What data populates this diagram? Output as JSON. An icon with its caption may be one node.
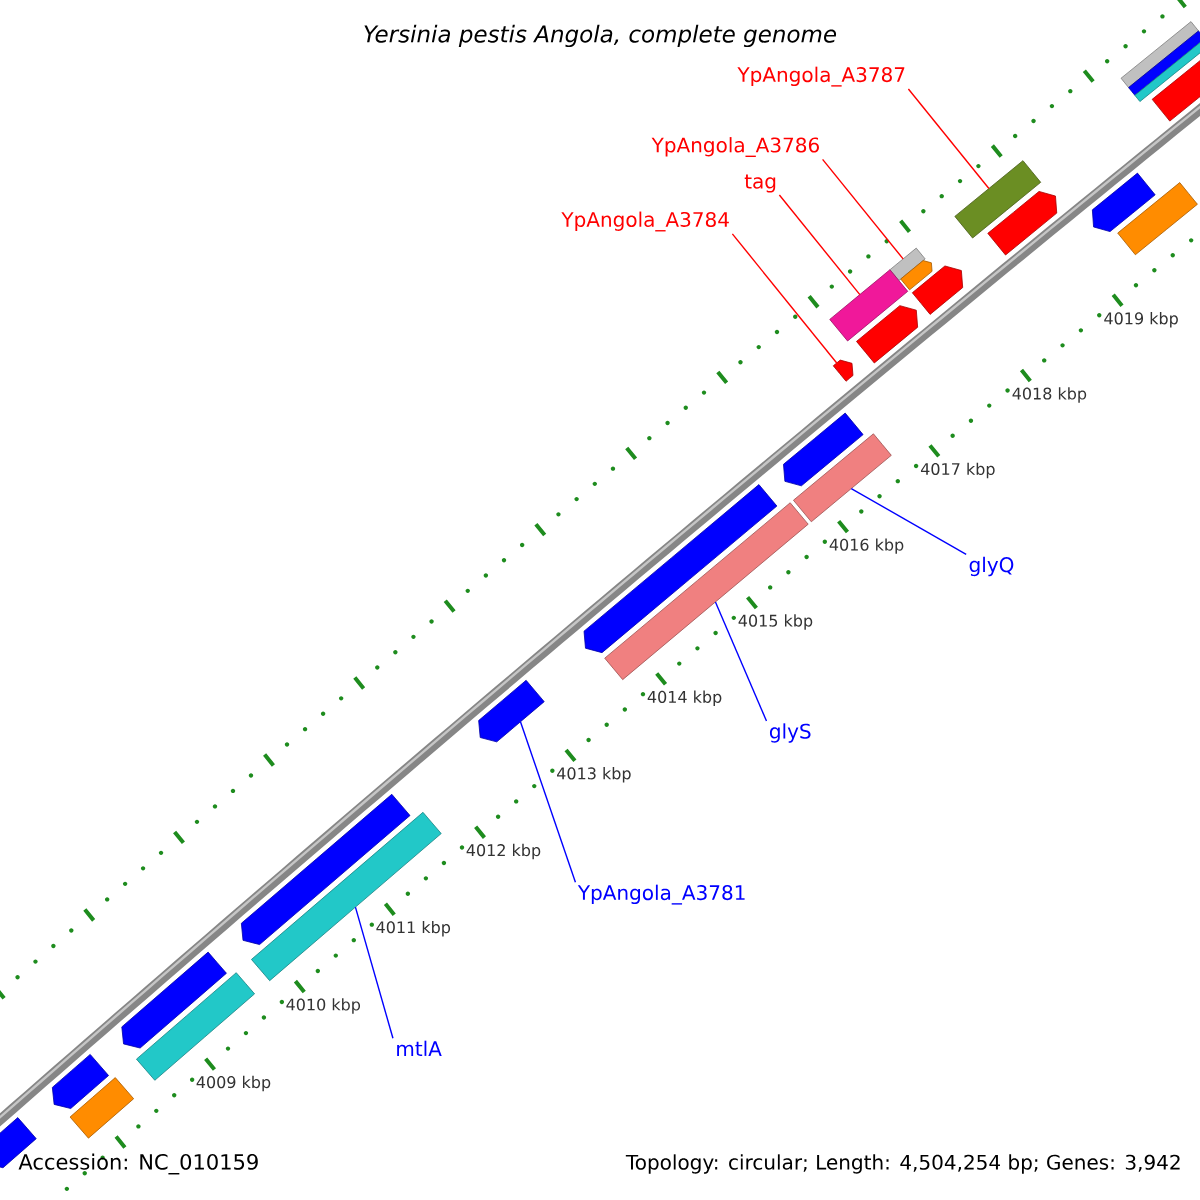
{
  "diagram": {
    "title": "Yersinia pestis Angola, complete genome",
    "nodes": [
      {
        "text": [
          "YpAngola_A3787"
        ]
      },
      {
        "text": [
          "YpAngola_A3786"
        ]
      },
      {
        "text": [
          "tag"
        ]
      },
      {
        "text": [
          "YpAngola_A3784"
        ]
      },
      {
        "text": [],
        "shape": "bar"
      },
      {
        "text": [],
        "shape": "bar"
      },
      {
        "text": [],
        "shape": "bar"
      },
      {
        "text": [],
        "shape": "bar"
      },
      {
        "text": [
          "glyQ"
        ]
      },
      {
        "text": [],
        "shape": "bar"
      },
      {
        "text": [
          "glyS"
        ]
      },
      {
        "text": [],
        "shape": "bar"
      },
      {
        "text": [
          "YpAngola_A3781"
        ]
      },
      {
        "text": [],
        "shape": "bar"
      },
      {
        "text": [
          "mtlA"
        ]
      },
      {
        "text": [],
        "shape": "bar"
      },
      {
        "text": [],
        "shape": "bar"
      },
      {
        "text": [],
        "shape": "bar"
      },
      {
        "text": [],
        "shape": "bar"
      },
      {
        "text": [],
        "shape": "bar"
      },
      {
        "text": [],
        "shape": "bar"
      },
      {
        "text": [],
        "shape": "bar"
      },
      {
        "text": [],
        "shape": "bar"
      },
      {
        "text": [],
        "shape": "bar"
      },
      {
        "text": [],
        "shape": "bar"
      },
      {
        "text": [],
        "shape": "bar"
      },
      {
        "text": [],
        "shape": "bar"
      },
      {
        "text": [],
        "shape": "bar"
      },
      {
        "text": [],
        "shape": "bar"
      },
      {
        "text": [],
        "shape": "bar"
      },
      {
        "text": [],
        "shape": "bar"
      },
      {
        "text": [],
        "shape": "bar"
      },
      {
        "text": [],
        "shape": "bar"
      },
      {
        "text": [],
        "shape": "bar"
      }
    ],
    "edges": [
      {
        "from": 0,
        "to": 4,
        "arrow": "none",
        "color": "#ff0000"
      },
      {
        "from": 1,
        "to": 5,
        "arrow": "none",
        "color": "#ff0000"
      },
      {
        "from": 2,
        "to": 6,
        "arrow": "none",
        "color": "#ff0000"
      },
      {
        "from": 3,
        "to": 7,
        "arrow": "none",
        "color": "#ff0000"
      },
      {
        "from": 8,
        "to": 9,
        "arrow": "none",
        "color": "#0000ff"
      },
      {
        "from": 10,
        "to": 11,
        "arrow": "none",
        "color": "#0000ff"
      },
      {
        "from": 12,
        "to": 13,
        "arrow": "none",
        "color": "#0000ff"
      },
      {
        "from": 14,
        "to": 15,
        "arrow": "none",
        "color": "#0000ff"
      }
    ],
    "labels": [
      "4019 kbp",
      "4018 kbp",
      "4017 kbp",
      "4016 kbp",
      "4015 kbp",
      "4014 kbp",
      "4013 kbp",
      "4012 kbp",
      "4011 kbp",
      "4010 kbp",
      "4009 kbp",
      "Accession: NC_010159",
      "Topology: circular; Length: 4,504,254 bp; Genes: 3,942"
    ]
  }
}
